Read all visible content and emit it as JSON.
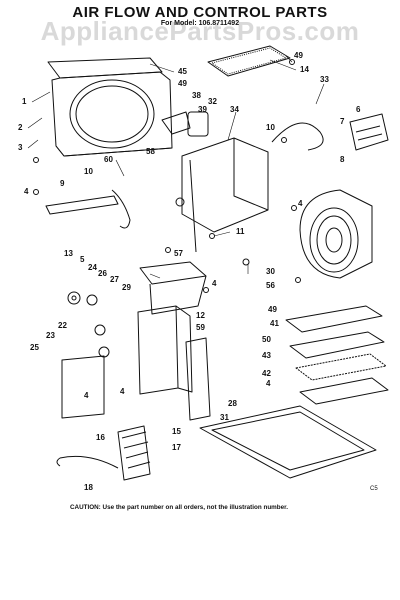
{
  "header": {
    "title": "AIR FLOW AND CONTROL PARTS",
    "model_line": "For Model: 106.8711492"
  },
  "watermark": "AppliancePartsPros.com",
  "footer": {
    "caution": "CAUTION: Use the part number on all orders, not the illustration number.",
    "ref_code": "C5"
  },
  "part_labels": [
    "45",
    "1",
    "2",
    "3",
    "4",
    "9",
    "10",
    "60",
    "49",
    "38",
    "32",
    "39",
    "58",
    "34",
    "14",
    "49",
    "33",
    "10",
    "6",
    "7",
    "8",
    "4",
    "5",
    "13",
    "24",
    "26",
    "27",
    "29",
    "57",
    "11",
    "4",
    "30",
    "56",
    "12",
    "59",
    "22",
    "23",
    "25",
    "4",
    "28",
    "31",
    "4",
    "49",
    "41",
    "50",
    "43",
    "42",
    "16",
    "15",
    "17",
    "18",
    "4"
  ]
}
